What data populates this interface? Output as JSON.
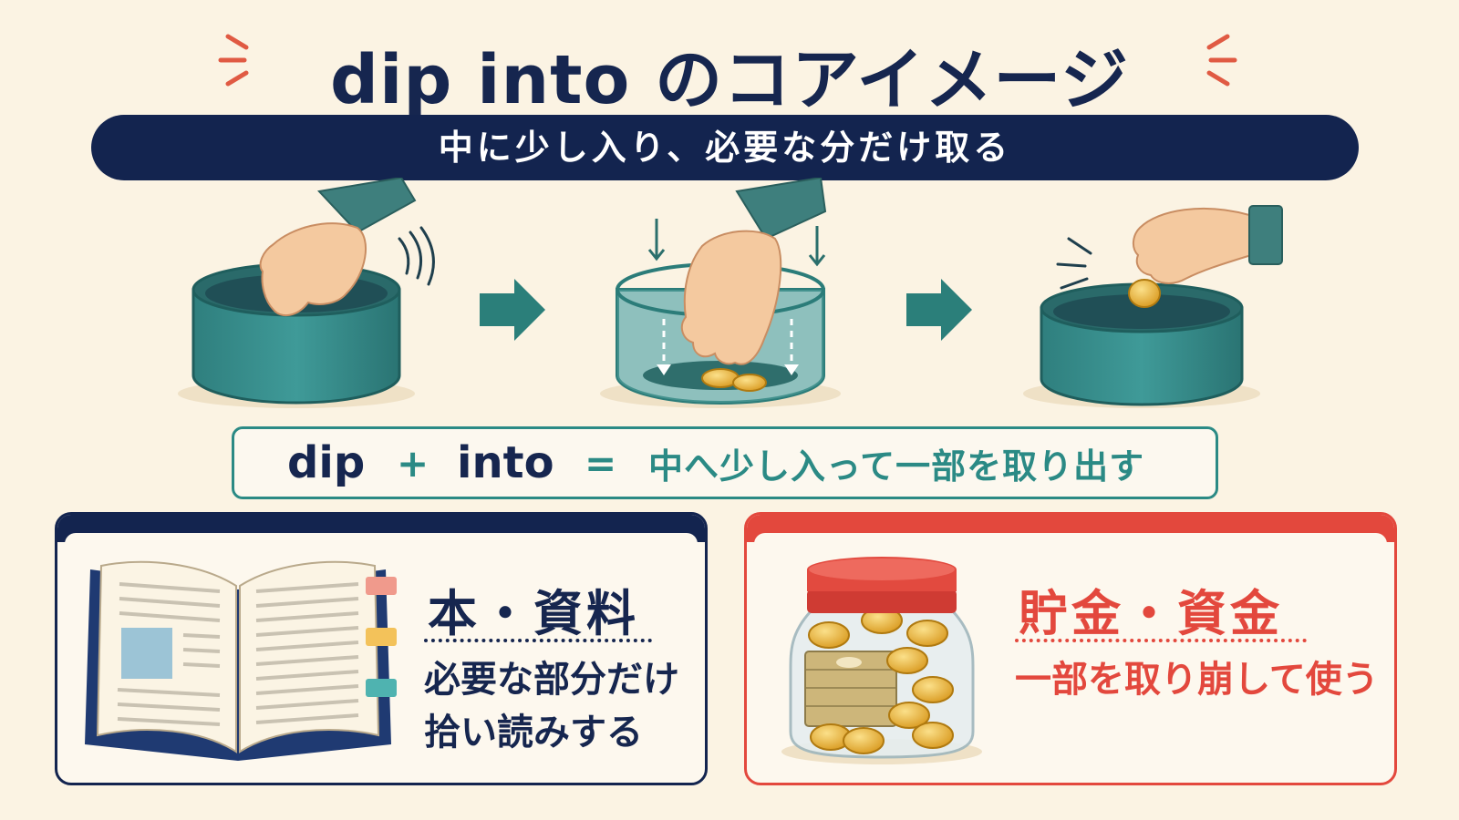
{
  "title": "dip into のコアイメージ",
  "subtitle": "中に少し入り、必要な分だけ取る",
  "steps": [
    {
      "label": "hand-reaching-into-container",
      "icon": "hand-icon"
    },
    {
      "label": "hand-picking-coins",
      "icon": "hand-icon"
    },
    {
      "label": "hand-lifting-coin",
      "icon": "hand-icon"
    }
  ],
  "formula": {
    "word1": "dip",
    "plus": "+",
    "word2": "into",
    "equals": "=",
    "meaning": "中へ少し入って一部を取り出す"
  },
  "cards": {
    "book": {
      "heading": "本・資料",
      "description": "必要な部分だけ拾い読みする",
      "icon": "open-book-icon",
      "accent": "#13244f"
    },
    "savings": {
      "heading": "貯金・資金",
      "description": "一部を取り崩して使う",
      "icon": "coin-jar-icon",
      "accent": "#e3483d"
    }
  },
  "colors": {
    "background": "#fbf3e3",
    "navy": "#13244f",
    "teal": "#2b8a85",
    "red": "#e3483d",
    "gold": "#e9b43a"
  }
}
